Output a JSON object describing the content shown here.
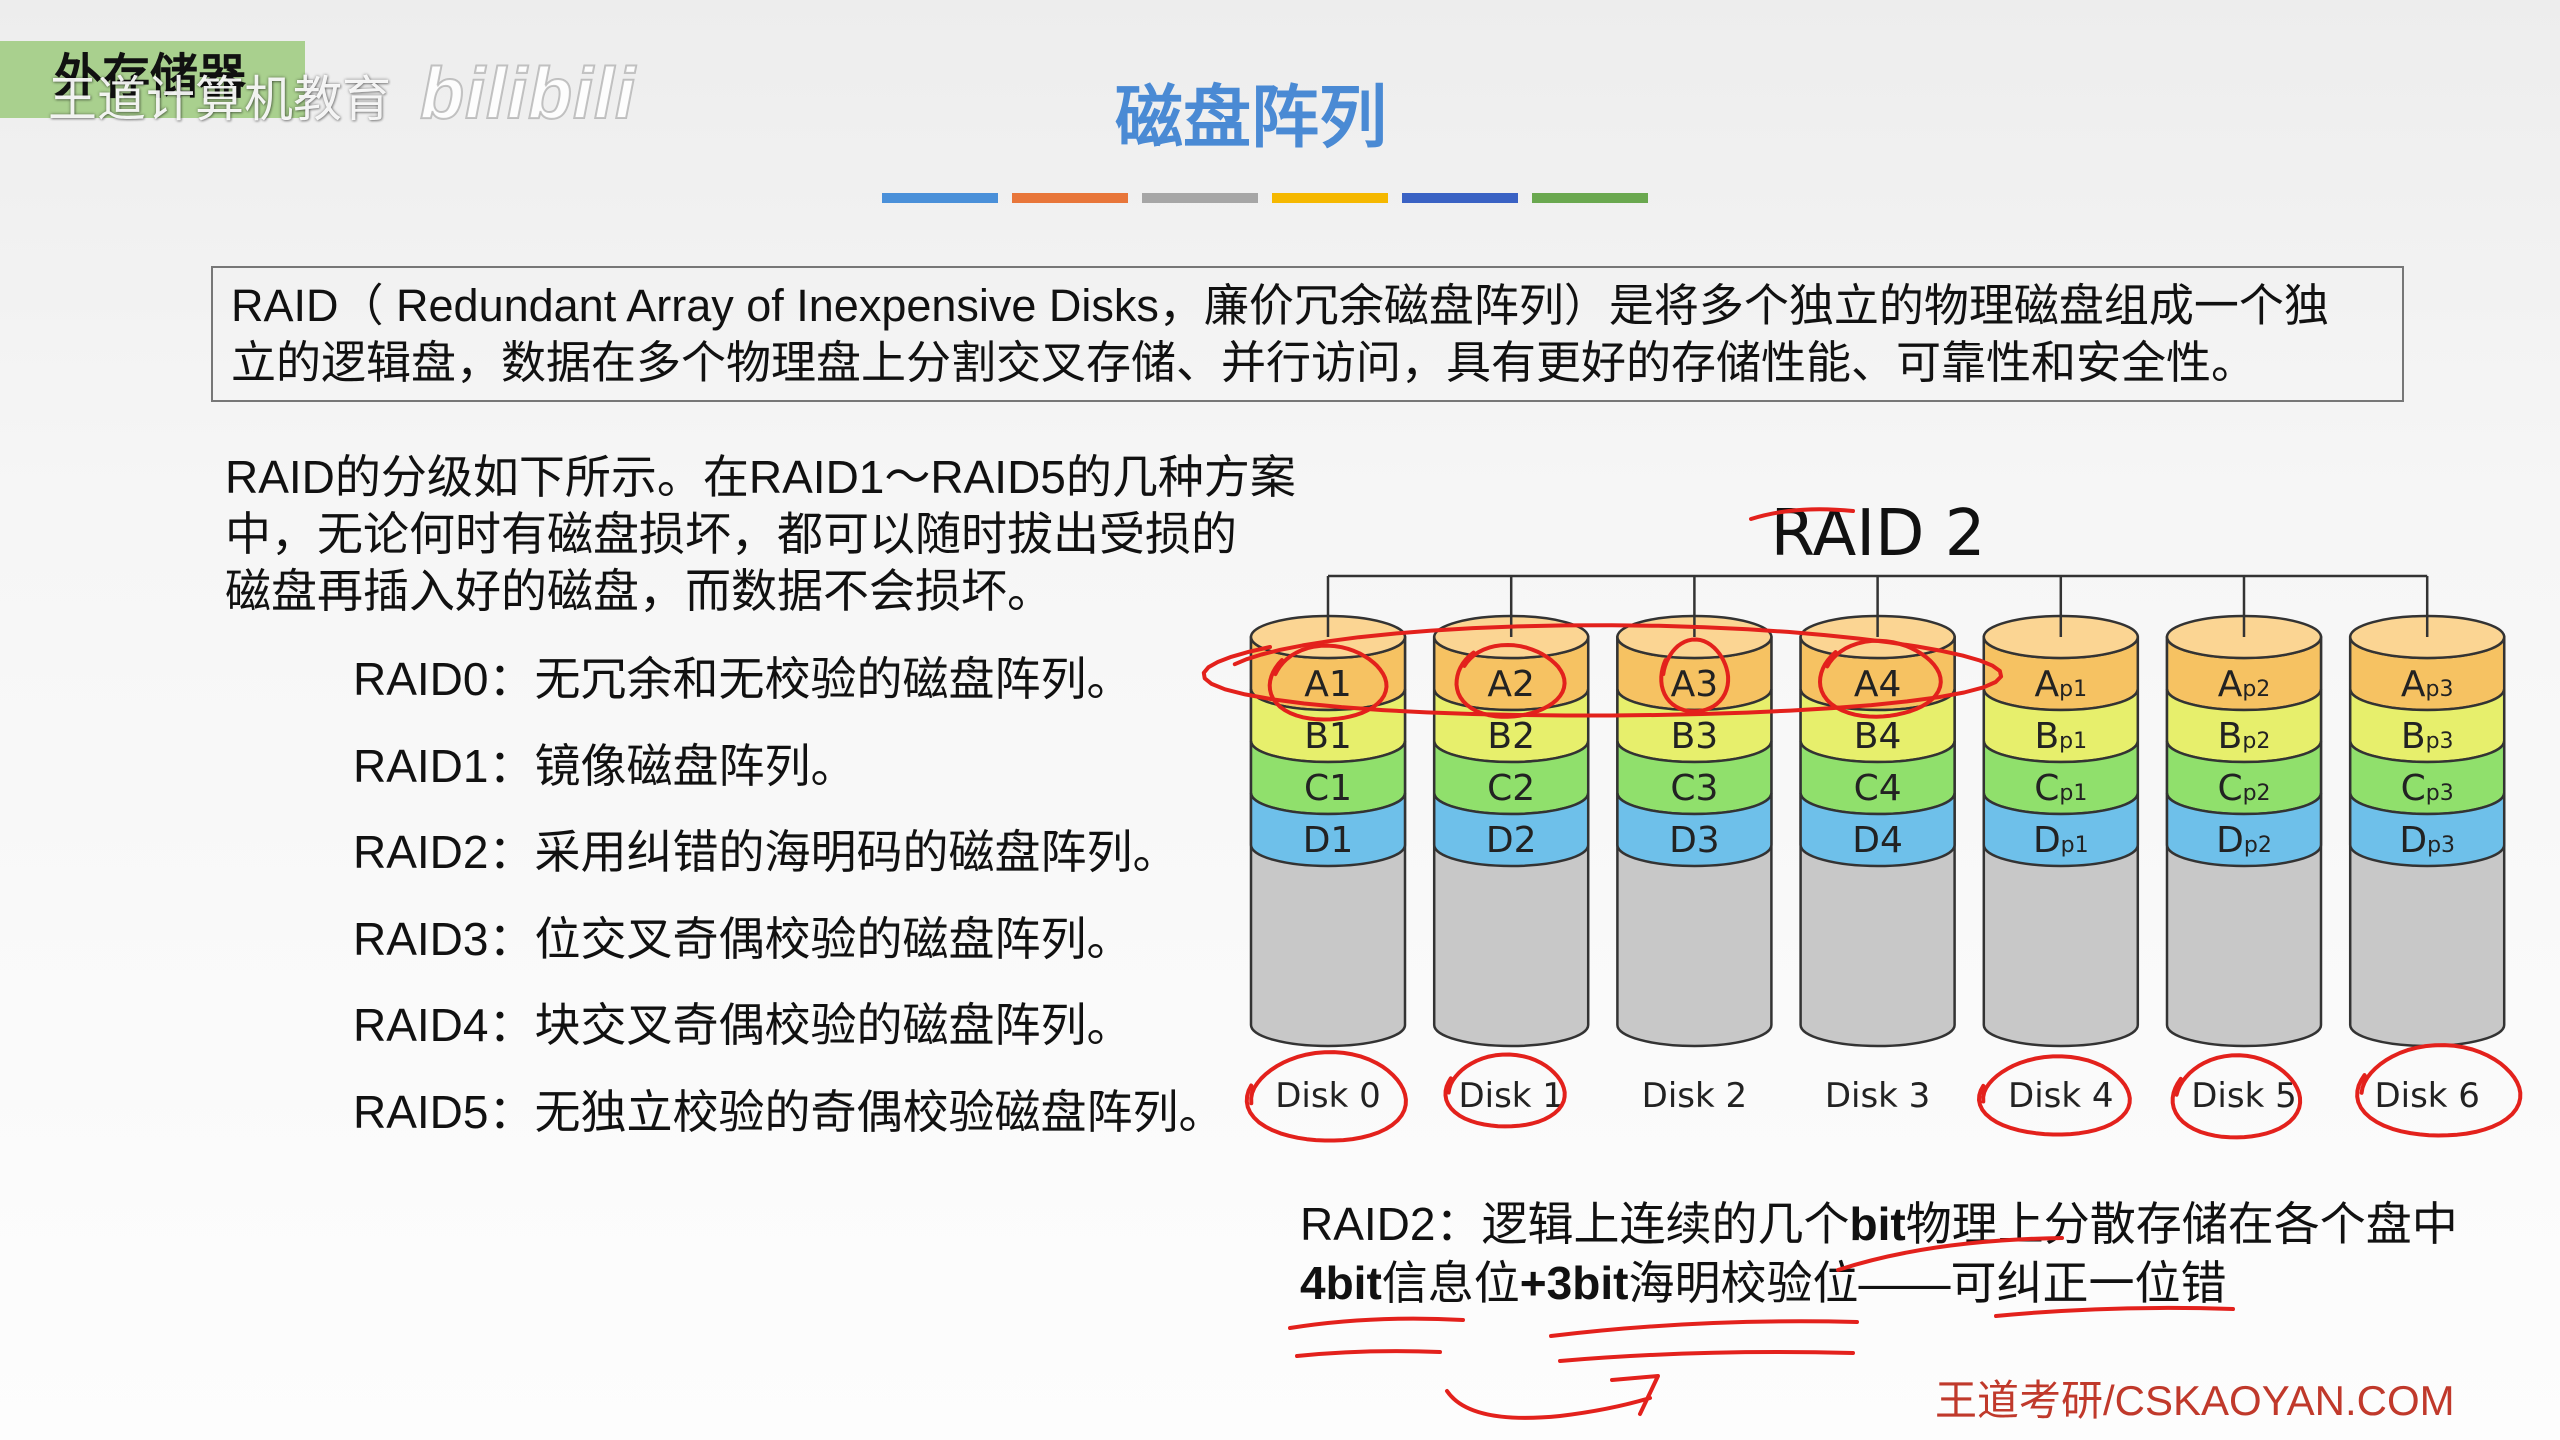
{
  "header": {
    "section_tab": "外存储器",
    "title": "磁盘阵列",
    "accent_bars": [
      "#4a90d9",
      "#e8763a",
      "#a6a6a6",
      "#f5b800",
      "#3a62c4",
      "#6aa84f"
    ]
  },
  "watermark": {
    "text": "王道计算机教育",
    "logo": "bilibili"
  },
  "definition": {
    "line1": "RAID（ Redundant Array of Inexpensive Disks，廉价冗余磁盘阵列）是将多个独立的物理磁盘组成一个独",
    "line2": "立的逻辑盘，数据在多个物理盘上分割交叉存储、并行访问，具有更好的存储性能、可靠性和安全性。"
  },
  "intro": {
    "lines": [
      "RAID的分级如下所示。在RAID1～RAID5的几种方案",
      "中，无论何时有磁盘损坏，都可以随时拔出受损的",
      "磁盘再插入好的磁盘，而数据不会损坏。"
    ]
  },
  "levels": [
    "RAID0：无冗余和无校验的磁盘阵列。",
    "RAID1：镜像磁盘阵列。",
    "RAID2：采用纠错的海明码的磁盘阵列。",
    "RAID3：位交叉奇偶校验的磁盘阵列。",
    "RAID4：块交叉奇偶校验的磁盘阵列。",
    "RAID5：无独立校验的奇偶校验磁盘阵列。"
  ],
  "diagram": {
    "title": "RAID 2",
    "colors": {
      "cap": "#fbd593",
      "a": "#f6c262",
      "b": "#e7ef6c",
      "c": "#90e06c",
      "d": "#6ec0ea",
      "body": "#c8c8c8",
      "outline": "#333333"
    },
    "disks": [
      {
        "label": "Disk 0",
        "cells": [
          "A1",
          "B1",
          "C1",
          "D1"
        ],
        "sub": ""
      },
      {
        "label": "Disk 1",
        "cells": [
          "A2",
          "B2",
          "C2",
          "D2"
        ],
        "sub": ""
      },
      {
        "label": "Disk 2",
        "cells": [
          "A3",
          "B3",
          "C3",
          "D3"
        ],
        "sub": ""
      },
      {
        "label": "Disk 3",
        "cells": [
          "A4",
          "B4",
          "C4",
          "D4"
        ],
        "sub": ""
      },
      {
        "label": "Disk 4",
        "cells": [
          "A",
          "B",
          "C",
          "D"
        ],
        "sub": "p1"
      },
      {
        "label": "Disk 5",
        "cells": [
          "A",
          "B",
          "C",
          "D"
        ],
        "sub": "p2"
      },
      {
        "label": "Disk 6",
        "cells": [
          "A",
          "B",
          "C",
          "D"
        ],
        "sub": "p3"
      }
    ]
  },
  "note": {
    "line1": [
      "RAID2：逻辑上连续的几个",
      "bit",
      "物理上分散存储在各个盘中"
    ],
    "line2": [
      "4bit",
      "信息位",
      "+3bit",
      "海明校验位——可纠正一位错"
    ]
  },
  "footer": {
    "brand": "王道考研/CSKAOYAN.COM"
  },
  "colors": {
    "tab": "#a9d08e",
    "title": "#4a8ad4",
    "annotation": "#e3211c",
    "footer": "#c0392b",
    "text": "#111111"
  }
}
